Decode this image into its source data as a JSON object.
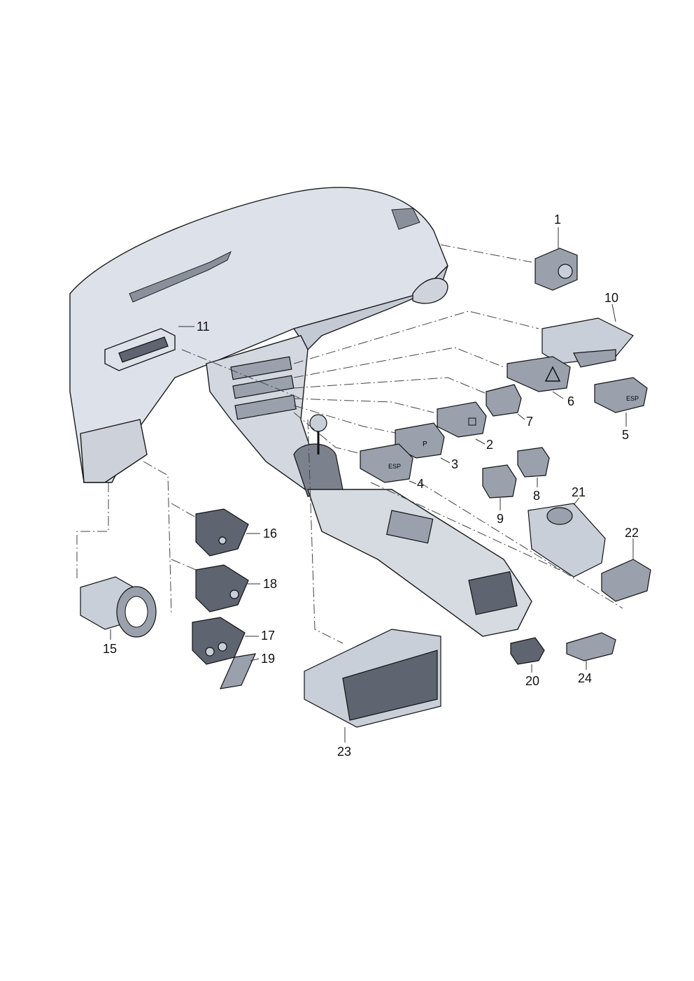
{
  "callouts": {
    "c1": "1",
    "c2": "2",
    "c3": "3",
    "c4": "4",
    "c5": "5",
    "c6": "6",
    "c7": "7",
    "c8": "8",
    "c9": "9",
    "c10": "10",
    "c11": "11",
    "c15": "15",
    "c16": "16",
    "c17": "17",
    "c18": "18",
    "c19": "19",
    "c20": "20",
    "c21": "21",
    "c22": "22",
    "c23": "23",
    "c24": "24"
  },
  "switch_labels": {
    "esp_upper": "ESP",
    "esp_lower": "ESP",
    "park_assist": "P"
  }
}
